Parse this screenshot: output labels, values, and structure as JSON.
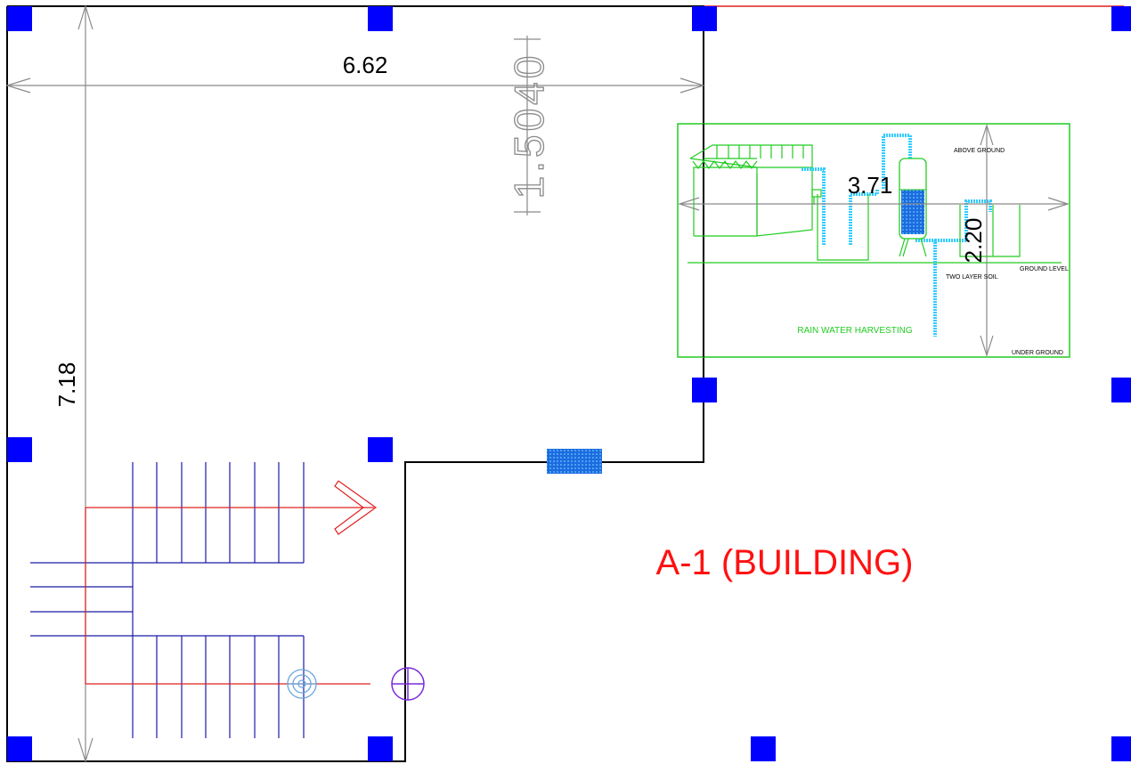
{
  "plan": {
    "building_label": "A-1 (BUILDING)",
    "dimensions": {
      "width": "6.62",
      "height": "7.18",
      "offset": "1.5040",
      "rwh_width": "3.71",
      "rwh_height": "2.20"
    }
  },
  "rwh": {
    "title": "RAIN WATER HARVESTING",
    "above_ground": "ABOVE GROUND",
    "ground_level": "GROUND LEVEL",
    "two_layer_soil": "TWO LAYER SOIL",
    "under_ground": "UNDER GROUND"
  },
  "colors": {
    "wall": "#000000",
    "column": "#0000ff",
    "dimension": "#8a8a8a",
    "stair": "#1a1aa8",
    "stair_arrow": "#e02020",
    "rwh_frame": "#22cc22",
    "rwh_pipe": "#33ccff",
    "label": "#ff1111",
    "boundary": "#e02020"
  },
  "symbols": {
    "inspection_chamber": "target-circle-icon",
    "manhole": "crosshair-circle-icon"
  }
}
